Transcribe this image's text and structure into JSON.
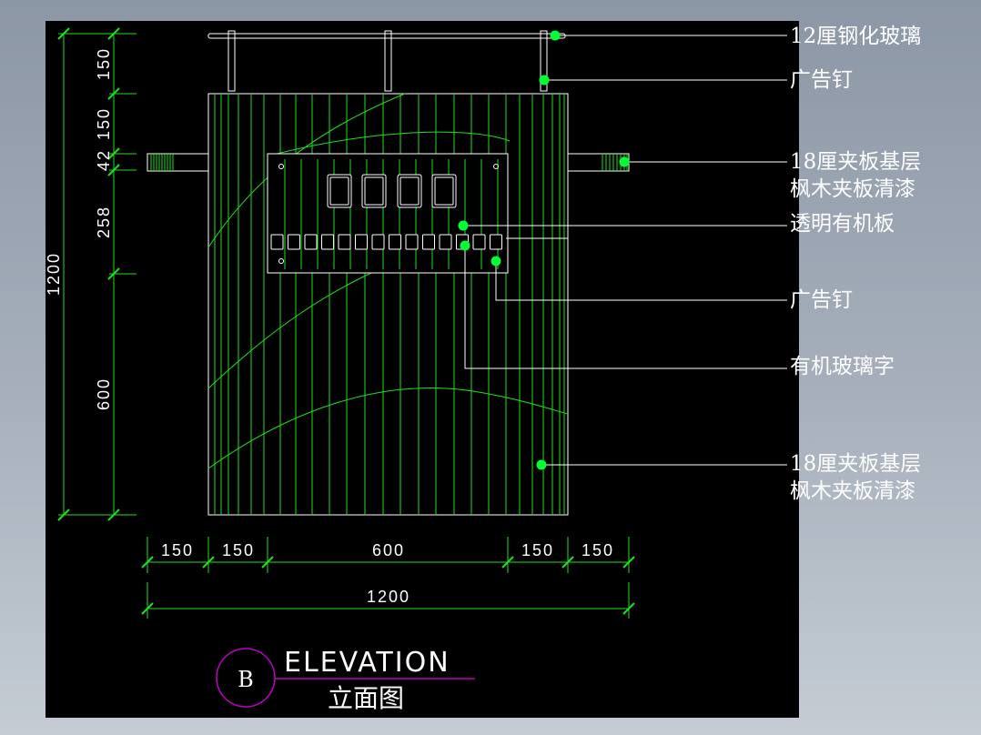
{
  "drawing": {
    "colors": {
      "background": "#000000",
      "lines": "#1fe01f",
      "dims": "#1fe01f",
      "dim_text": "#ffffff",
      "outline": "#ffffff",
      "callout_dot": "#00ff33",
      "title_mark": "#c000c0"
    },
    "vertical_dims": {
      "overall": "1200",
      "segments": [
        "150",
        "150",
        "42",
        "258",
        "600"
      ]
    },
    "horizontal_dims": {
      "segments": [
        "150",
        "150",
        "600",
        "150",
        "150"
      ],
      "overall": "1200"
    },
    "callouts": [
      {
        "lines": [
          "12厘钢化玻璃"
        ]
      },
      {
        "lines": [
          "广告钉"
        ]
      },
      {
        "lines": [
          "18厘夹板基层",
          "枫木夹板清漆"
        ]
      },
      {
        "lines": [
          "透明有机板"
        ]
      },
      {
        "lines": [
          "广告钉"
        ]
      },
      {
        "lines": [
          "有机玻璃字"
        ]
      },
      {
        "lines": [
          "18厘夹板基层",
          "枫木夹板清漆"
        ]
      }
    ],
    "title": {
      "mark": "B",
      "english": "ELEVATION",
      "chinese": "立面图"
    }
  }
}
